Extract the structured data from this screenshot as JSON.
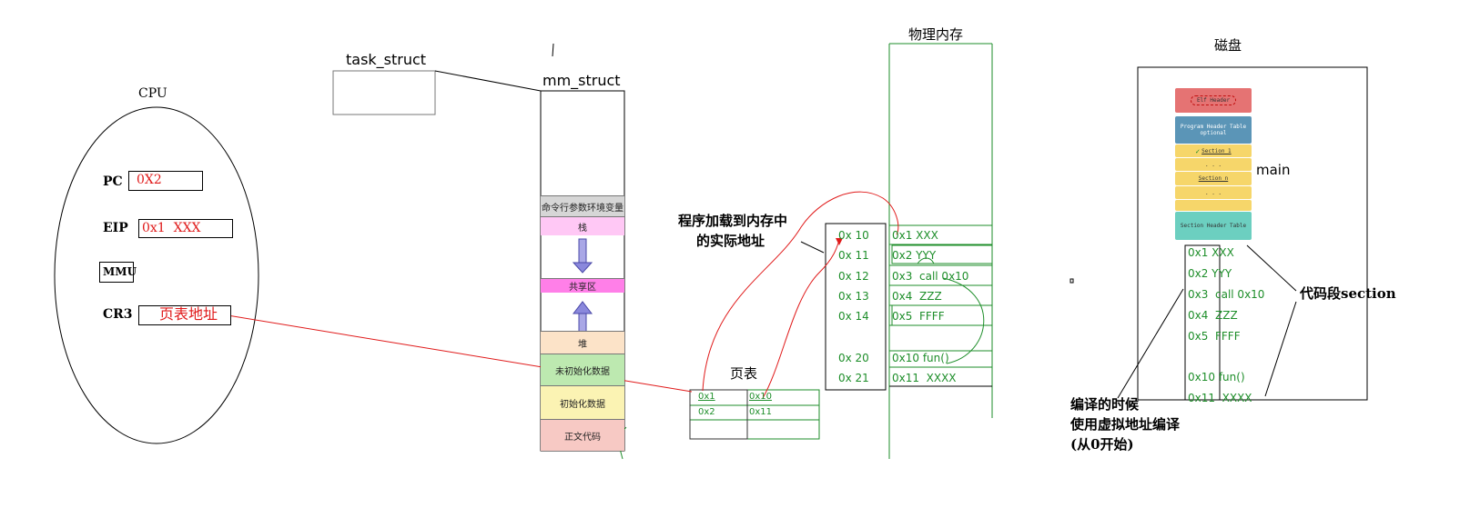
{
  "cpu": {
    "title": "CPU",
    "pc_label": "PC",
    "pc_value": "0X2",
    "eip_label": "EIP",
    "eip_value": "0x1  XXX",
    "mmu_label": "MMU",
    "cr3_label": "CR3",
    "cr3_value": "页表地址"
  },
  "task_struct": {
    "label": "task_struct"
  },
  "mm_struct": {
    "label": "mm_struct",
    "segments": {
      "args": "命令行参数环境变量",
      "stack": "栈",
      "shared": "共享区",
      "heap": "堆",
      "bss": "未初始化数据",
      "data": "初始化数据",
      "text": "正文代码"
    }
  },
  "annotation_load": {
    "line1": "程序加载到内存中",
    "line2": "的实际地址"
  },
  "page_table": {
    "title": "页表",
    "rows": [
      {
        "virtual": "0x1",
        "physical": "0x10"
      },
      {
        "virtual": "0x2",
        "physical": "0x11"
      }
    ]
  },
  "physical_addresses": [
    "0x 10",
    "0x 11",
    "0x 12",
    "0x 13",
    "0x 14",
    "0x 20",
    "0x 21"
  ],
  "physical_memory": {
    "title": "物理内存",
    "rows": [
      "0x1 XXX",
      "0x2 YYY",
      "0x3  call 0x10",
      "0x4  ZZZ",
      "0x5  FFFF",
      "0x10 fun()",
      "0x11  XXXX"
    ]
  },
  "disk": {
    "title": "磁盘",
    "elf": {
      "header": "Elf Header",
      "program_header_line1": "Program Header Table",
      "program_header_line2": "optional",
      "section_1": "Section 1",
      "dots_1": ". . .",
      "section_n": "Section n",
      "dots_2": ". . .",
      "section_header": "Section Header Table"
    },
    "main_label": "main",
    "code_rows": [
      "0x1 XXX",
      "0x2 YYY",
      "0x3  call 0x10",
      "0x4  ZZZ",
      "0x5  FFFF",
      "0x10 fun()",
      "0x11  XXXX"
    ],
    "code_section_label": "代码段section",
    "compile_note": {
      "line1": "编译的时候",
      "line2": "使用虚拟地址编译",
      "line3": "(从0开始)"
    }
  },
  "colors": {
    "green": "#1e8e2a",
    "red": "#e01a1a",
    "stack_pink": "#ffc8f5",
    "shared_pink": "#ff7fe8",
    "heap_orange": "#fce3c8",
    "bss_green": "#bde9b0",
    "data_yellow": "#fbf3b3",
    "text_red": "#f7c9c4",
    "elf_red": "#e57373",
    "elf_blue": "#5b95b7",
    "elf_yellow": "#f6d66a",
    "elf_teal": "#6ccfc0"
  }
}
